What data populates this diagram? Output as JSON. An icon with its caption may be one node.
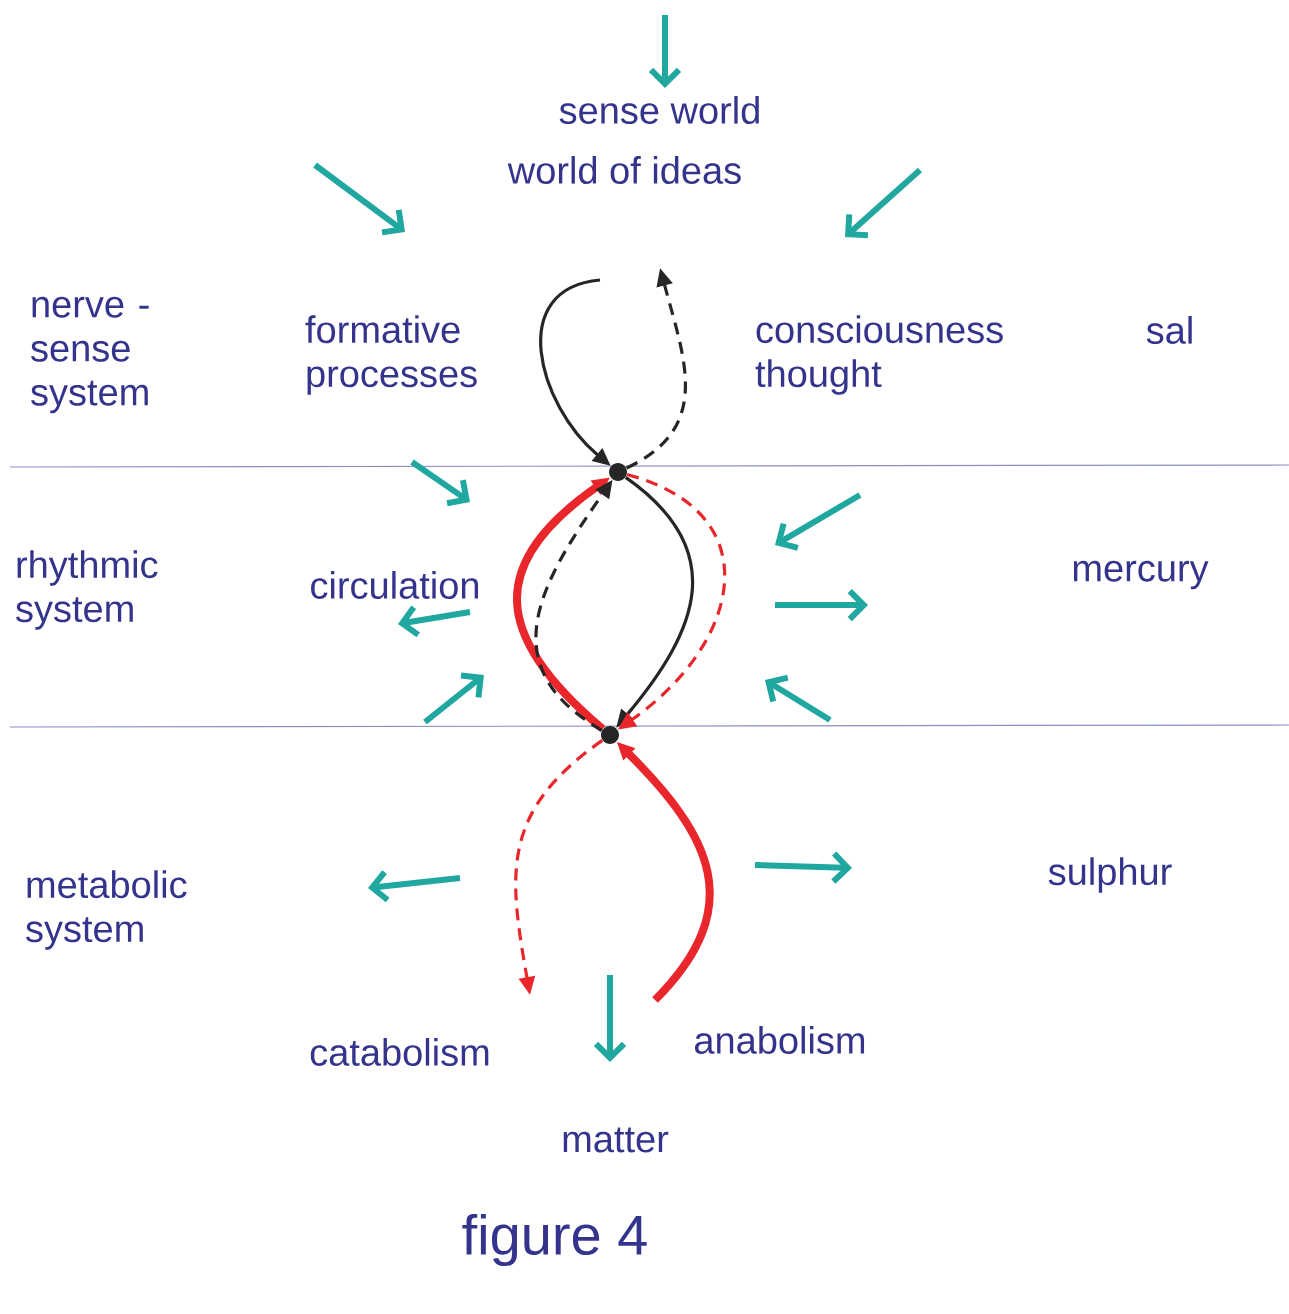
{
  "diagram": {
    "caption": "figure 4",
    "nodes": [
      {
        "text": [],
        "shape": "circle"
      },
      {
        "text": [],
        "shape": "circle"
      }
    ],
    "edges": [
      {
        "from": null,
        "to": 0,
        "arrow": "to"
      },
      {
        "from": 0,
        "to": null,
        "arrow": "to",
        "style": "dashed"
      },
      {
        "from": 1,
        "to": 0,
        "arrow": "to",
        "style": "thick",
        "color": "#e8262b"
      },
      {
        "from": 1,
        "to": 0,
        "arrow": "to",
        "style": "dashed"
      },
      {
        "from": 0,
        "to": 1,
        "arrow": "to"
      },
      {
        "from": 0,
        "to": 1,
        "arrow": "to",
        "style": "dashed",
        "color": "#e8262b"
      },
      {
        "from": 1,
        "to": null,
        "arrow": "to",
        "style": "dashed",
        "color": "#e8262b"
      },
      {
        "from": null,
        "to": 1,
        "arrow": "to",
        "style": "thick",
        "color": "#e8262b"
      }
    ],
    "labels": [
      "sense world",
      "world of ideas",
      "nerve - sense system",
      "formative processes",
      "consciousness thought",
      "sal",
      "rhythmic system",
      "circulation",
      "mercury",
      "metabolic system",
      "sulphur",
      "catabolism",
      "anabolism",
      "matter"
    ]
  }
}
